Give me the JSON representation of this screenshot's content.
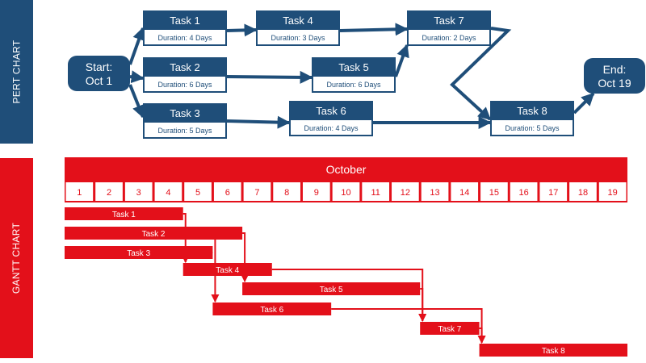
{
  "pert": {
    "label": "PERT CHART",
    "start": {
      "line1": "Start:",
      "line2": "Oct 1"
    },
    "end": {
      "line1": "End:",
      "line2": "Oct 19"
    },
    "tasks": [
      {
        "id": "t1",
        "name": "Task 1",
        "duration": "Duration: 4 Days"
      },
      {
        "id": "t2",
        "name": "Task 2",
        "duration": "Duration: 6 Days"
      },
      {
        "id": "t3",
        "name": "Task 3",
        "duration": "Duration: 5 Days"
      },
      {
        "id": "t4",
        "name": "Task 4",
        "duration": "Duration: 3 Days"
      },
      {
        "id": "t5",
        "name": "Task 5",
        "duration": "Duration: 6 Days"
      },
      {
        "id": "t6",
        "name": "Task 6",
        "duration": "Duration: 4 Days"
      },
      {
        "id": "t7",
        "name": "Task 7",
        "duration": "Duration: 2 Days"
      },
      {
        "id": "t8",
        "name": "Task 8",
        "duration": "Duration: 5 Days"
      }
    ],
    "edges": [
      [
        "start",
        "t1"
      ],
      [
        "start",
        "t2"
      ],
      [
        "start",
        "t3"
      ],
      [
        "t1",
        "t4"
      ],
      [
        "t4",
        "t7"
      ],
      [
        "t2",
        "t5"
      ],
      [
        "t5",
        "t7"
      ],
      [
        "t3",
        "t6"
      ],
      [
        "t6",
        "t8"
      ],
      [
        "t7",
        "t8"
      ],
      [
        "t8",
        "end"
      ]
    ],
    "colors": {
      "node": "#1f4e79",
      "text_dark": "#1f4e79",
      "text_light": "#ffffff"
    }
  },
  "gantt": {
    "label": "GANTT CHART",
    "month": "October",
    "days": [
      1,
      2,
      3,
      4,
      5,
      6,
      7,
      8,
      9,
      10,
      11,
      12,
      13,
      14,
      15,
      16,
      17,
      18,
      19
    ],
    "bars": [
      {
        "task": "Task 1",
        "start": 1,
        "end": 4
      },
      {
        "task": "Task 2",
        "start": 1,
        "end": 6
      },
      {
        "task": "Task 3",
        "start": 1,
        "end": 5
      },
      {
        "task": "Task 4",
        "start": 5,
        "end": 7
      },
      {
        "task": "Task 5",
        "start": 7,
        "end": 12
      },
      {
        "task": "Task 6",
        "start": 6,
        "end": 9
      },
      {
        "task": "Task 7",
        "start": 13,
        "end": 14
      },
      {
        "task": "Task 8",
        "start": 15,
        "end": 19
      }
    ],
    "dependencies": [
      [
        "Task 1",
        "Task 4"
      ],
      [
        "Task 3",
        "Task 4"
      ],
      [
        "Task 2",
        "Task 5"
      ],
      [
        "Task 2",
        "Task 6"
      ],
      [
        "Task 4",
        "Task 7"
      ],
      [
        "Task 5",
        "Task 7"
      ],
      [
        "Task 6",
        "Task 8"
      ],
      [
        "Task 7",
        "Task 8"
      ]
    ],
    "colors": {
      "bar": "#e3101a",
      "text": "#ffffff"
    }
  }
}
